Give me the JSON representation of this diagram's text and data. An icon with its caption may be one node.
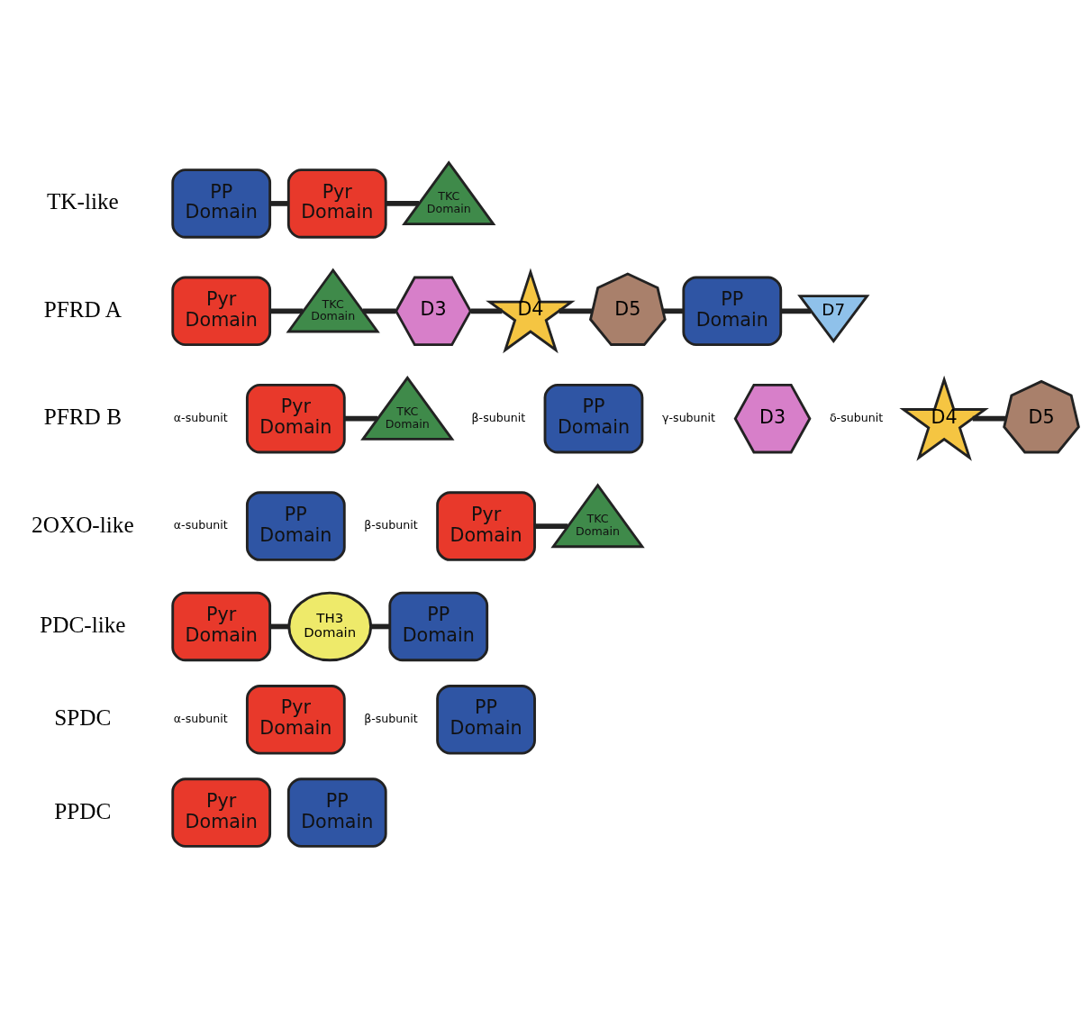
{
  "diagram": {
    "nodes": [
      {
        "text": [
          "PP Domain"
        ]
      },
      {
        "text": [
          "Pyr Domain"
        ]
      },
      {
        "text": [
          "TKC Domain"
        ]
      },
      {
        "text": [
          "Pyr Domain"
        ]
      },
      {
        "text": [
          "TKC Domain"
        ]
      },
      {
        "text": [
          "D3"
        ]
      },
      {
        "text": [
          "D4"
        ]
      },
      {
        "text": [
          "D5"
        ]
      },
      {
        "text": [
          "PP Domain"
        ]
      },
      {
        "text": [
          "D7"
        ]
      },
      {
        "text": [
          "Pyr Domain"
        ]
      },
      {
        "text": [
          "TKC Domain"
        ]
      },
      {
        "text": [
          "PP Domain"
        ]
      },
      {
        "text": [
          "D3"
        ]
      },
      {
        "text": [
          "D4"
        ]
      },
      {
        "text": [
          "D5"
        ]
      },
      {
        "text": [
          "PP Domain"
        ]
      },
      {
        "text": [
          "Pyr Domain"
        ]
      },
      {
        "text": [
          "TKC Domain"
        ]
      },
      {
        "text": [
          "Pyr Domain"
        ]
      },
      {
        "text": [
          "TH3 Domain"
        ]
      },
      {
        "text": [
          "PP Domain"
        ]
      },
      {
        "text": [
          "Pyr Domain"
        ]
      },
      {
        "text": [
          "PP Domain"
        ]
      },
      {
        "text": [
          "Pyr Domain"
        ]
      },
      {
        "text": [
          "PP Domain"
        ]
      }
    ],
    "edges": [
      {
        "from": 0,
        "to": 1,
        "arrow": "none"
      },
      {
        "from": 1,
        "to": 2,
        "arrow": "none"
      },
      {
        "from": 3,
        "to": 4,
        "arrow": "none"
      },
      {
        "from": 4,
        "to": 5,
        "arrow": "none"
      },
      {
        "from": 5,
        "to": 6,
        "arrow": "none"
      },
      {
        "from": 6,
        "to": 7,
        "arrow": "none"
      },
      {
        "from": 7,
        "to": 8,
        "arrow": "none"
      },
      {
        "from": 8,
        "to": 9,
        "arrow": "none"
      },
      {
        "from": 10,
        "to": 11,
        "arrow": "none"
      },
      {
        "from": 14,
        "to": 15,
        "arrow": "none"
      },
      {
        "from": 17,
        "to": 18,
        "arrow": "none"
      },
      {
        "from": 19,
        "to": 20,
        "arrow": "none"
      },
      {
        "from": 20,
        "to": 21,
        "arrow": "none"
      }
    ],
    "labels": [
      "TK-like",
      "PFRD A",
      "PFRD B",
      "α-subunit",
      "β-subunit",
      "γ-subunit",
      "δ-subunit",
      "2OXO-like",
      "α-subunit",
      "β-subunit",
      "PDC-like",
      "SPDC",
      "α-subunit",
      "β-subunit",
      "PPDC"
    ]
  }
}
